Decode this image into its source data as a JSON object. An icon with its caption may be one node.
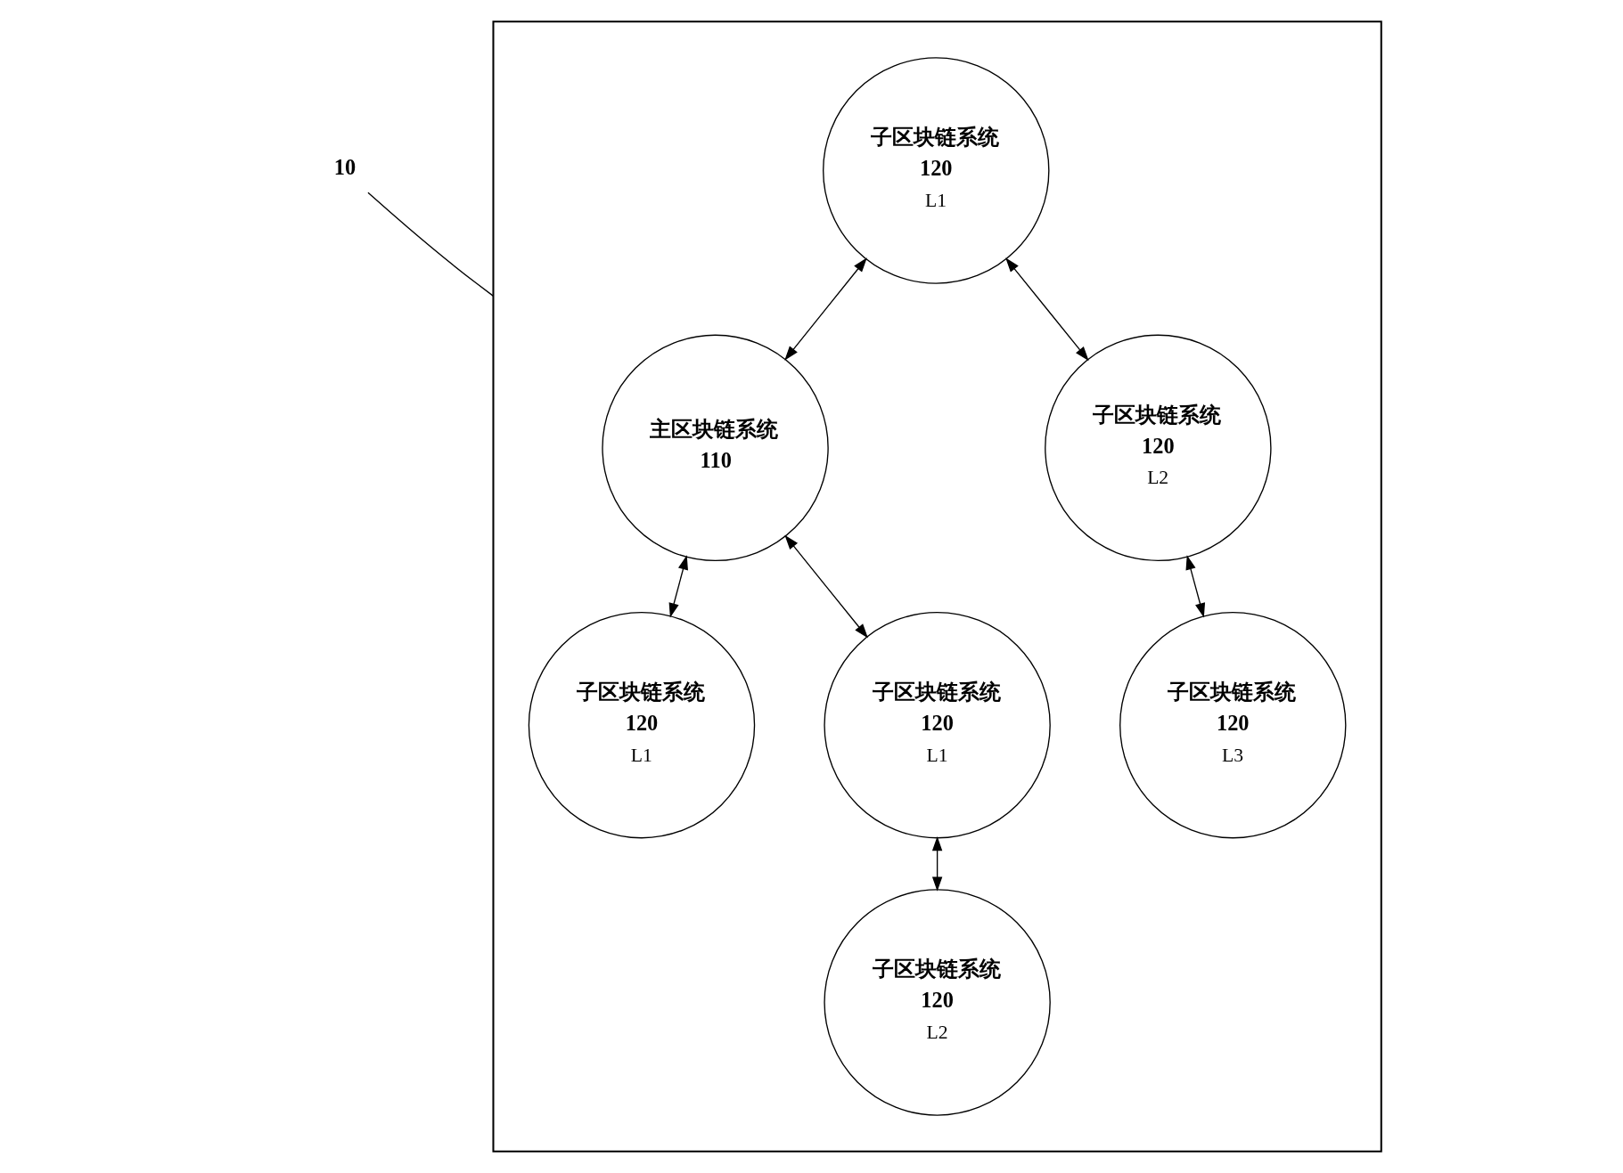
{
  "diagram": {
    "nodes": [
      {
        "text": [
          "10"
        ]
      },
      {
        "text": [],
        "shape": "box"
      },
      {
        "text": [
          "主区块链系统",
          "110"
        ],
        "in": 1
      },
      {
        "text": [
          "子区块链系统",
          "120",
          "L1"
        ],
        "in": 1
      },
      {
        "text": [
          "子区块链系统",
          "120",
          "L1"
        ],
        "in": 1
      },
      {
        "text": [
          "子区块链系统",
          "120",
          "L1"
        ],
        "in": 1
      },
      {
        "text": [
          "子区块链系统",
          "120",
          "L2"
        ],
        "in": 1
      },
      {
        "text": [
          "子区块链系统",
          "120",
          "L3"
        ],
        "in": 1
      },
      {
        "text": [
          "子区块链系统",
          "120",
          "L2"
        ],
        "in": 1
      }
    ],
    "edges": [
      {
        "from": 0,
        "to": 1,
        "arrow": "none"
      },
      {
        "from": 4,
        "to": 2,
        "arrow": "both"
      },
      {
        "from": 2,
        "to": 3,
        "arrow": "both"
      },
      {
        "from": 2,
        "to": 5,
        "arrow": "both"
      },
      {
        "from": 4,
        "to": 6,
        "arrow": "both"
      },
      {
        "from": 6,
        "to": 7,
        "arrow": "both"
      },
      {
        "from": 5,
        "to": 8,
        "arrow": "both"
      }
    ]
  }
}
